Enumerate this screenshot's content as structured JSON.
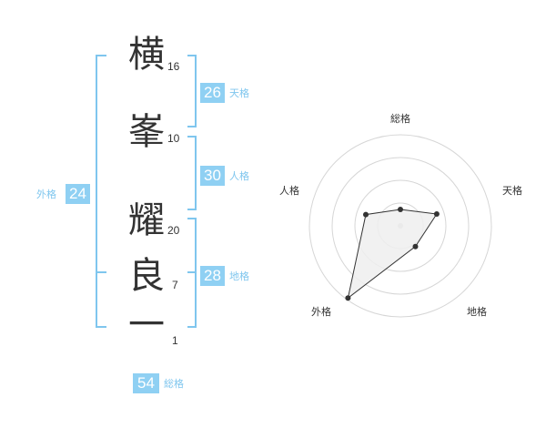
{
  "name_chars": [
    {
      "char": "横",
      "strokes": "16"
    },
    {
      "char": "峯",
      "strokes": "10"
    },
    {
      "char": "耀",
      "strokes": "20"
    },
    {
      "char": "良",
      "strokes": "7"
    },
    {
      "char": "一",
      "strokes": "1"
    }
  ],
  "fortune": {
    "tenkaku": {
      "value": "26",
      "label": "天格"
    },
    "jinkaku": {
      "value": "30",
      "label": "人格"
    },
    "chikaku": {
      "value": "28",
      "label": "地格"
    },
    "gaikaku": {
      "value": "24",
      "label": "外格"
    },
    "soukaku": {
      "value": "54",
      "label": "総格"
    }
  },
  "colors": {
    "accent": "#8fd0f3",
    "bracket": "#7fc6ee",
    "text": "#333333"
  },
  "chart_data": {
    "type": "radar",
    "axes": [
      "総格",
      "天格",
      "地格",
      "外格",
      "人格"
    ],
    "values": [
      0.18,
      0.42,
      0.28,
      0.98,
      0.4
    ],
    "rings": 4
  }
}
